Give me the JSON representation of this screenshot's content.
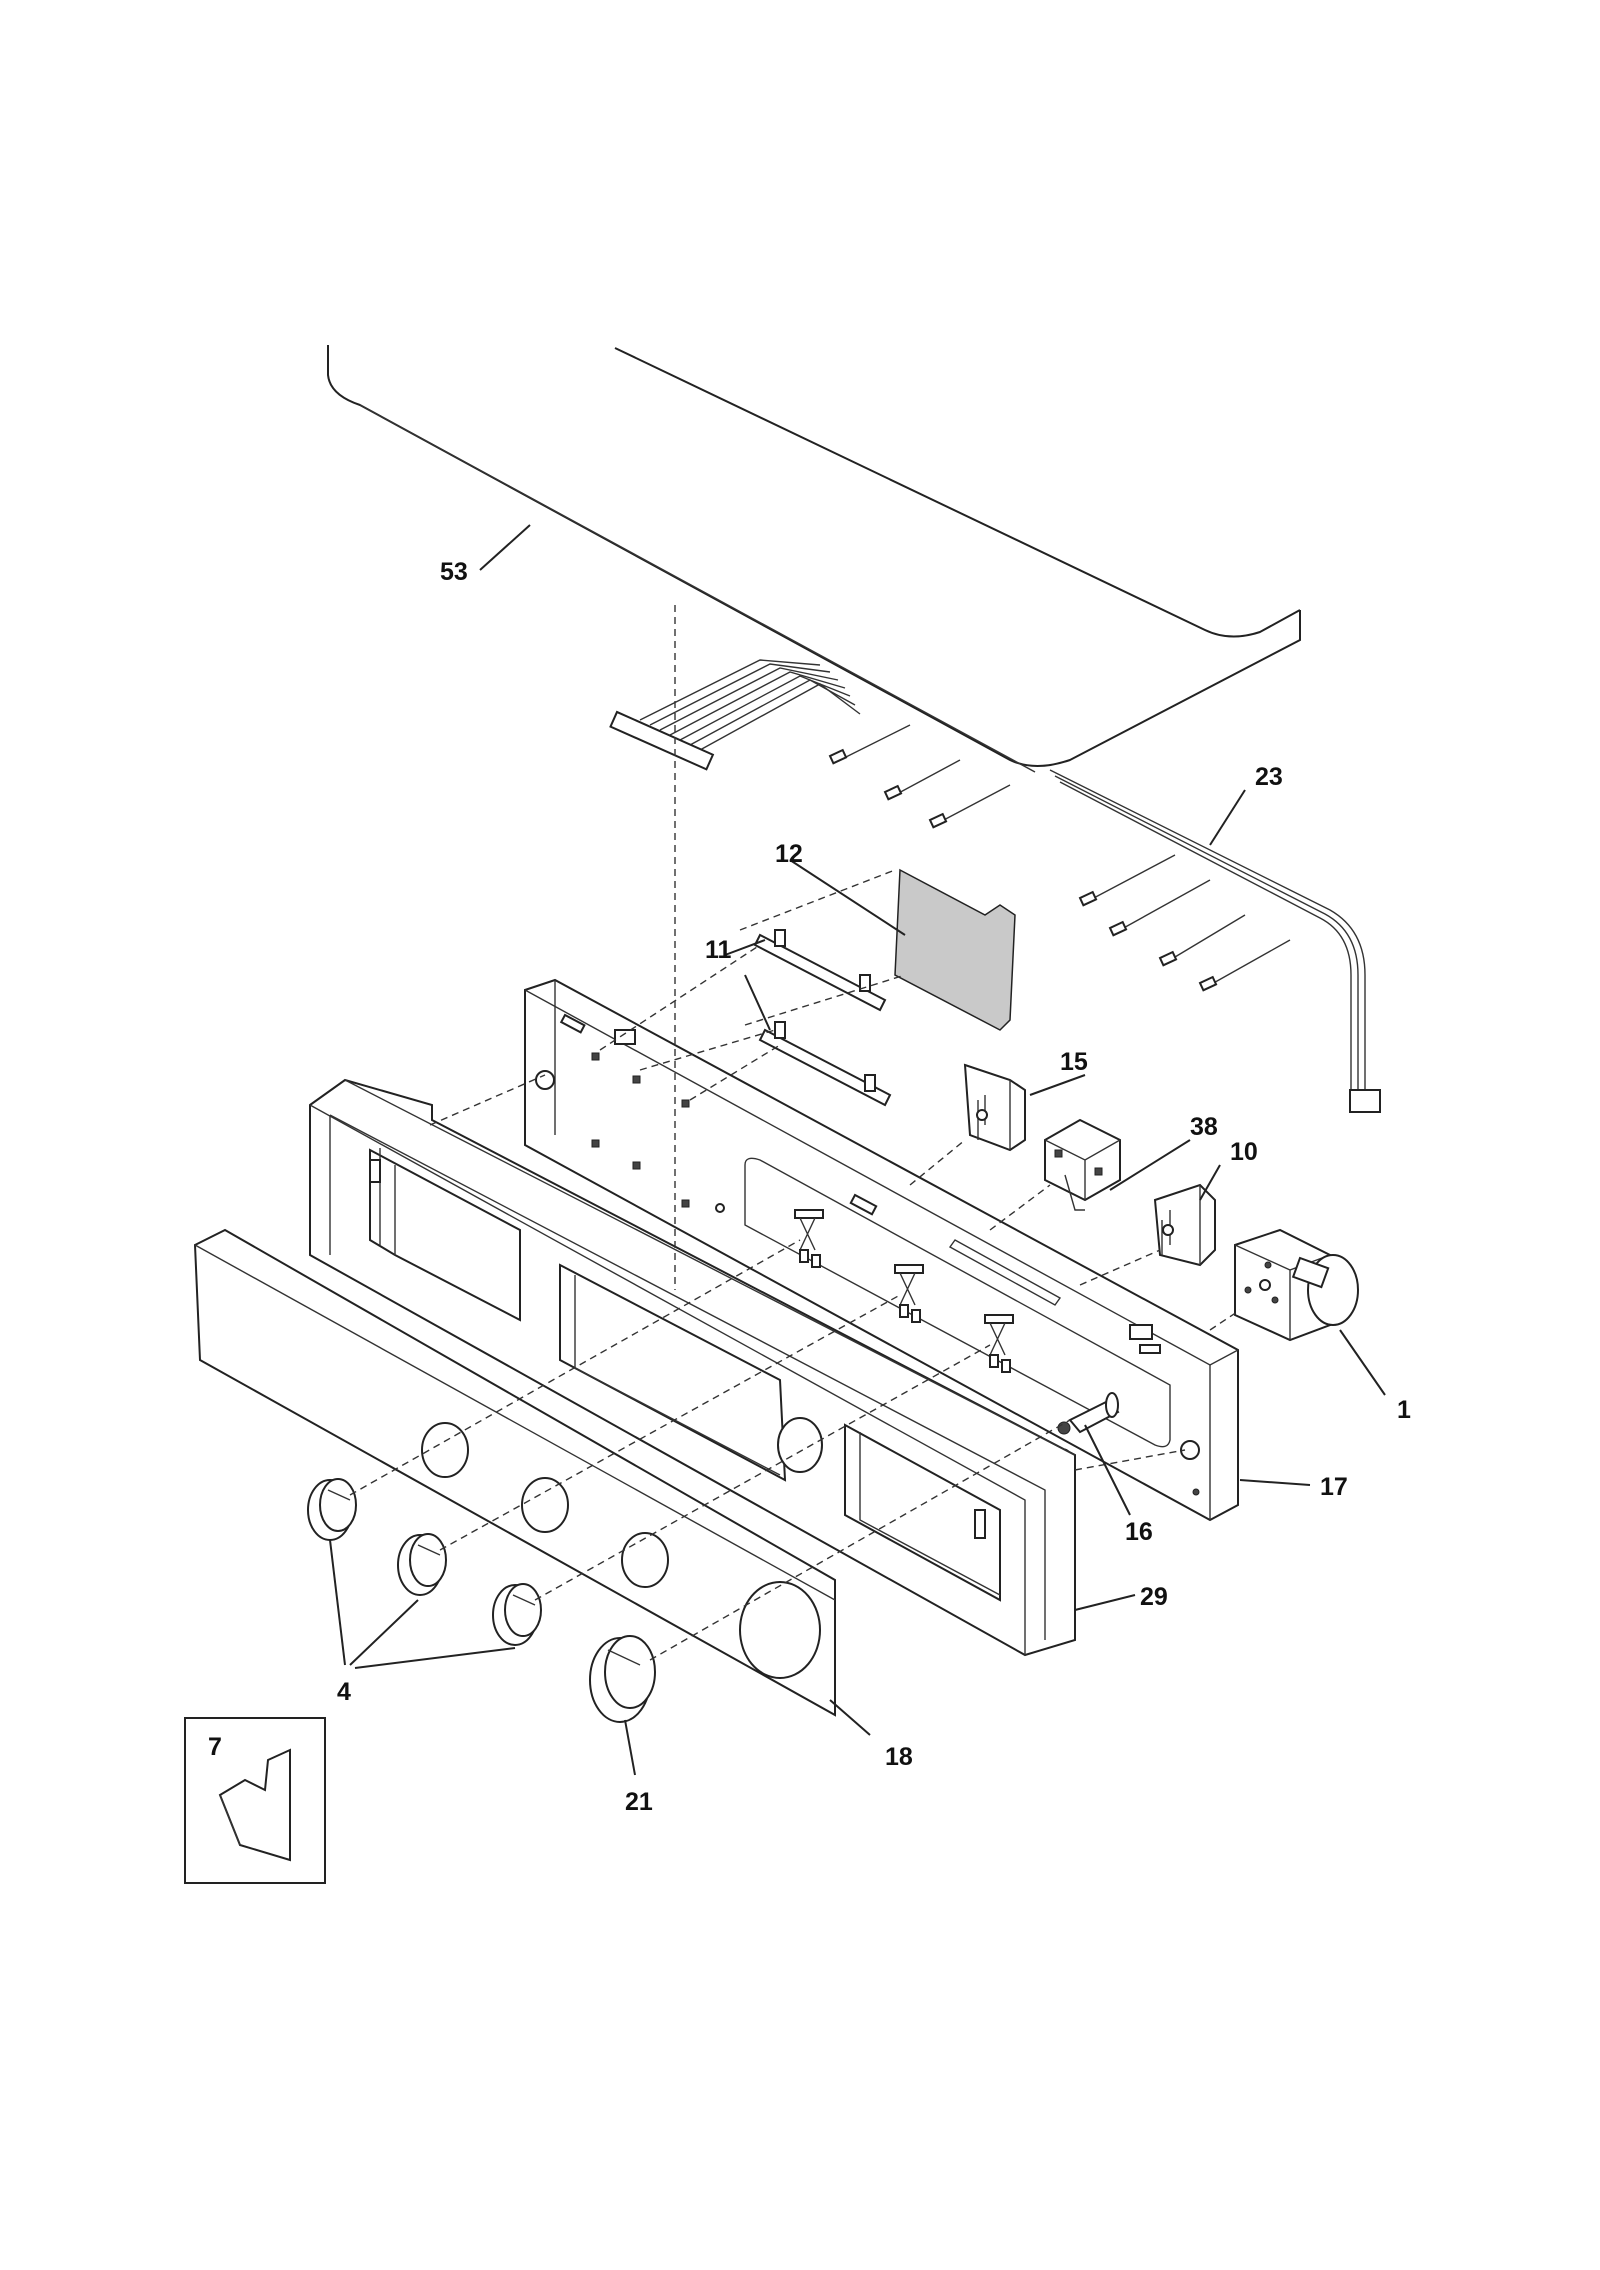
{
  "callouts": {
    "c53": "53",
    "c23": "23",
    "c12": "12",
    "c11": "11",
    "c15": "15",
    "c38": "38",
    "c10": "10",
    "c1": "1",
    "c17": "17",
    "c16": "16",
    "c29": "29",
    "c4": "4",
    "c18": "18",
    "c21": "21",
    "c7": "7"
  }
}
